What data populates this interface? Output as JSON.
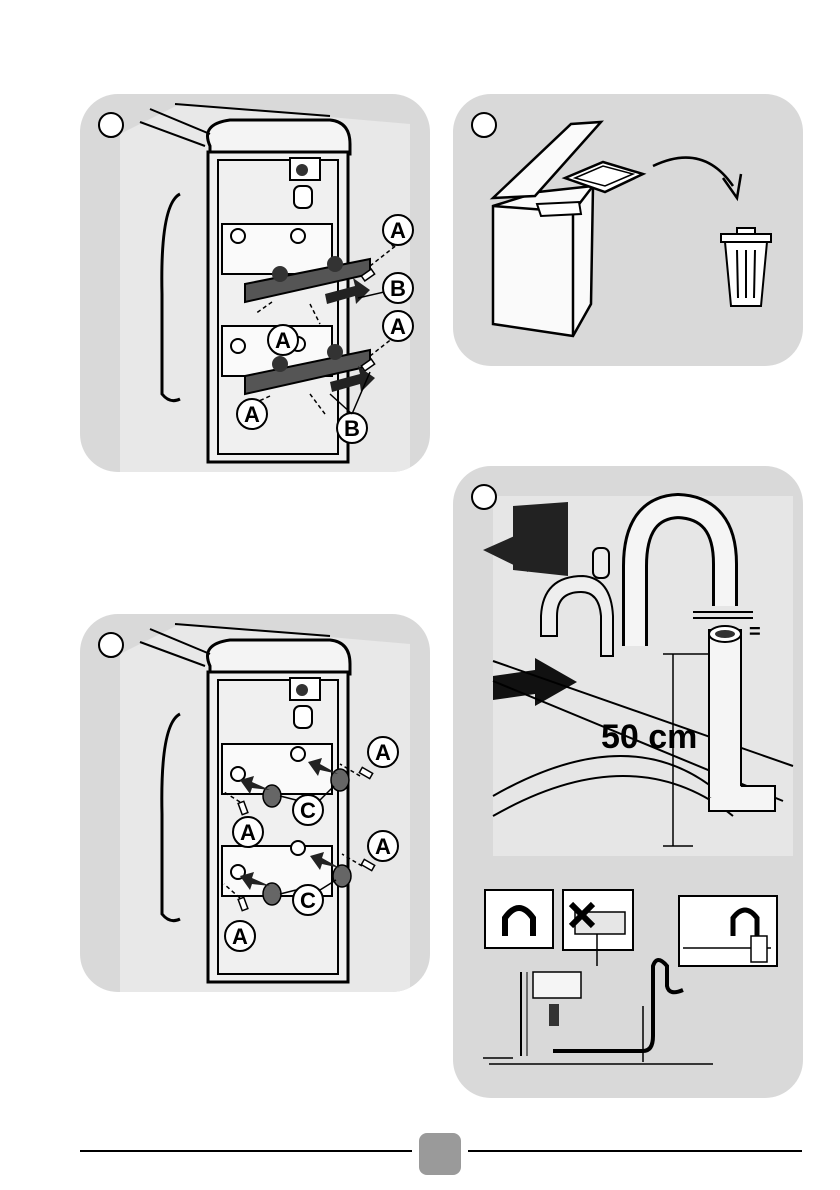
{
  "labels": {
    "a": "A",
    "b": "B",
    "c": "C"
  },
  "hose": {
    "height": "50 cm",
    "equal_sign": "="
  },
  "colors": {
    "panel_bg": "#d9d9d9",
    "page_badge": "#9a9a9a"
  }
}
